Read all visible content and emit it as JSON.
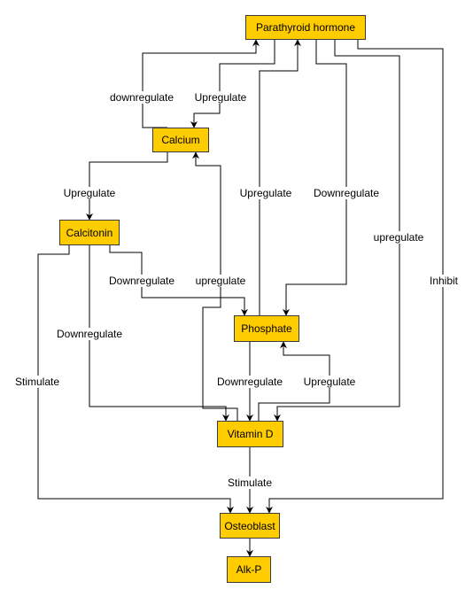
{
  "diagram": {
    "node_fill": "#ffcc00",
    "node_border": "#3a3a3a",
    "edge_color": "#000000",
    "nodes": [
      {
        "id": "pth",
        "label": "Parathyroid hormone"
      },
      {
        "id": "calcium",
        "label": "Calcium"
      },
      {
        "id": "calcitonin",
        "label": "Calcitonin"
      },
      {
        "id": "phosphate",
        "label": "Phosphate"
      },
      {
        "id": "vitd",
        "label": "Vitamin D"
      },
      {
        "id": "osteoblast",
        "label": "Osteoblast"
      },
      {
        "id": "alkp",
        "label": "Alk-P"
      }
    ],
    "edges": [
      {
        "from": "calcium",
        "to": "pth",
        "label": "downregulate"
      },
      {
        "from": "pth",
        "to": "calcium",
        "label": "Upregulate"
      },
      {
        "from": "calcium",
        "to": "calcitonin",
        "label": "Upregulate"
      },
      {
        "from": "phosphate",
        "to": "pth",
        "label": "Upregulate"
      },
      {
        "from": "pth",
        "to": "phosphate",
        "label": "Downregulate"
      },
      {
        "from": "pth",
        "to": "vitd",
        "label": "upregulate"
      },
      {
        "from": "pth",
        "to": "osteoblast",
        "label": "Inhibit"
      },
      {
        "from": "calcitonin",
        "to": "phosphate",
        "label": "Downregulate"
      },
      {
        "from": "vitd",
        "to": "calcium",
        "label": "upregulate"
      },
      {
        "from": "calcitonin",
        "to": "vitd",
        "label": "Downregulate"
      },
      {
        "from": "calcitonin",
        "to": "osteoblast",
        "label": "Stimulate"
      },
      {
        "from": "phosphate",
        "to": "vitd",
        "label": "Downregulate"
      },
      {
        "from": "vitd",
        "to": "phosphate",
        "label": "Upregulate"
      },
      {
        "from": "vitd",
        "to": "osteoblast",
        "label": "Stimulate"
      },
      {
        "from": "osteoblast",
        "to": "alkp",
        "label": ""
      }
    ]
  }
}
